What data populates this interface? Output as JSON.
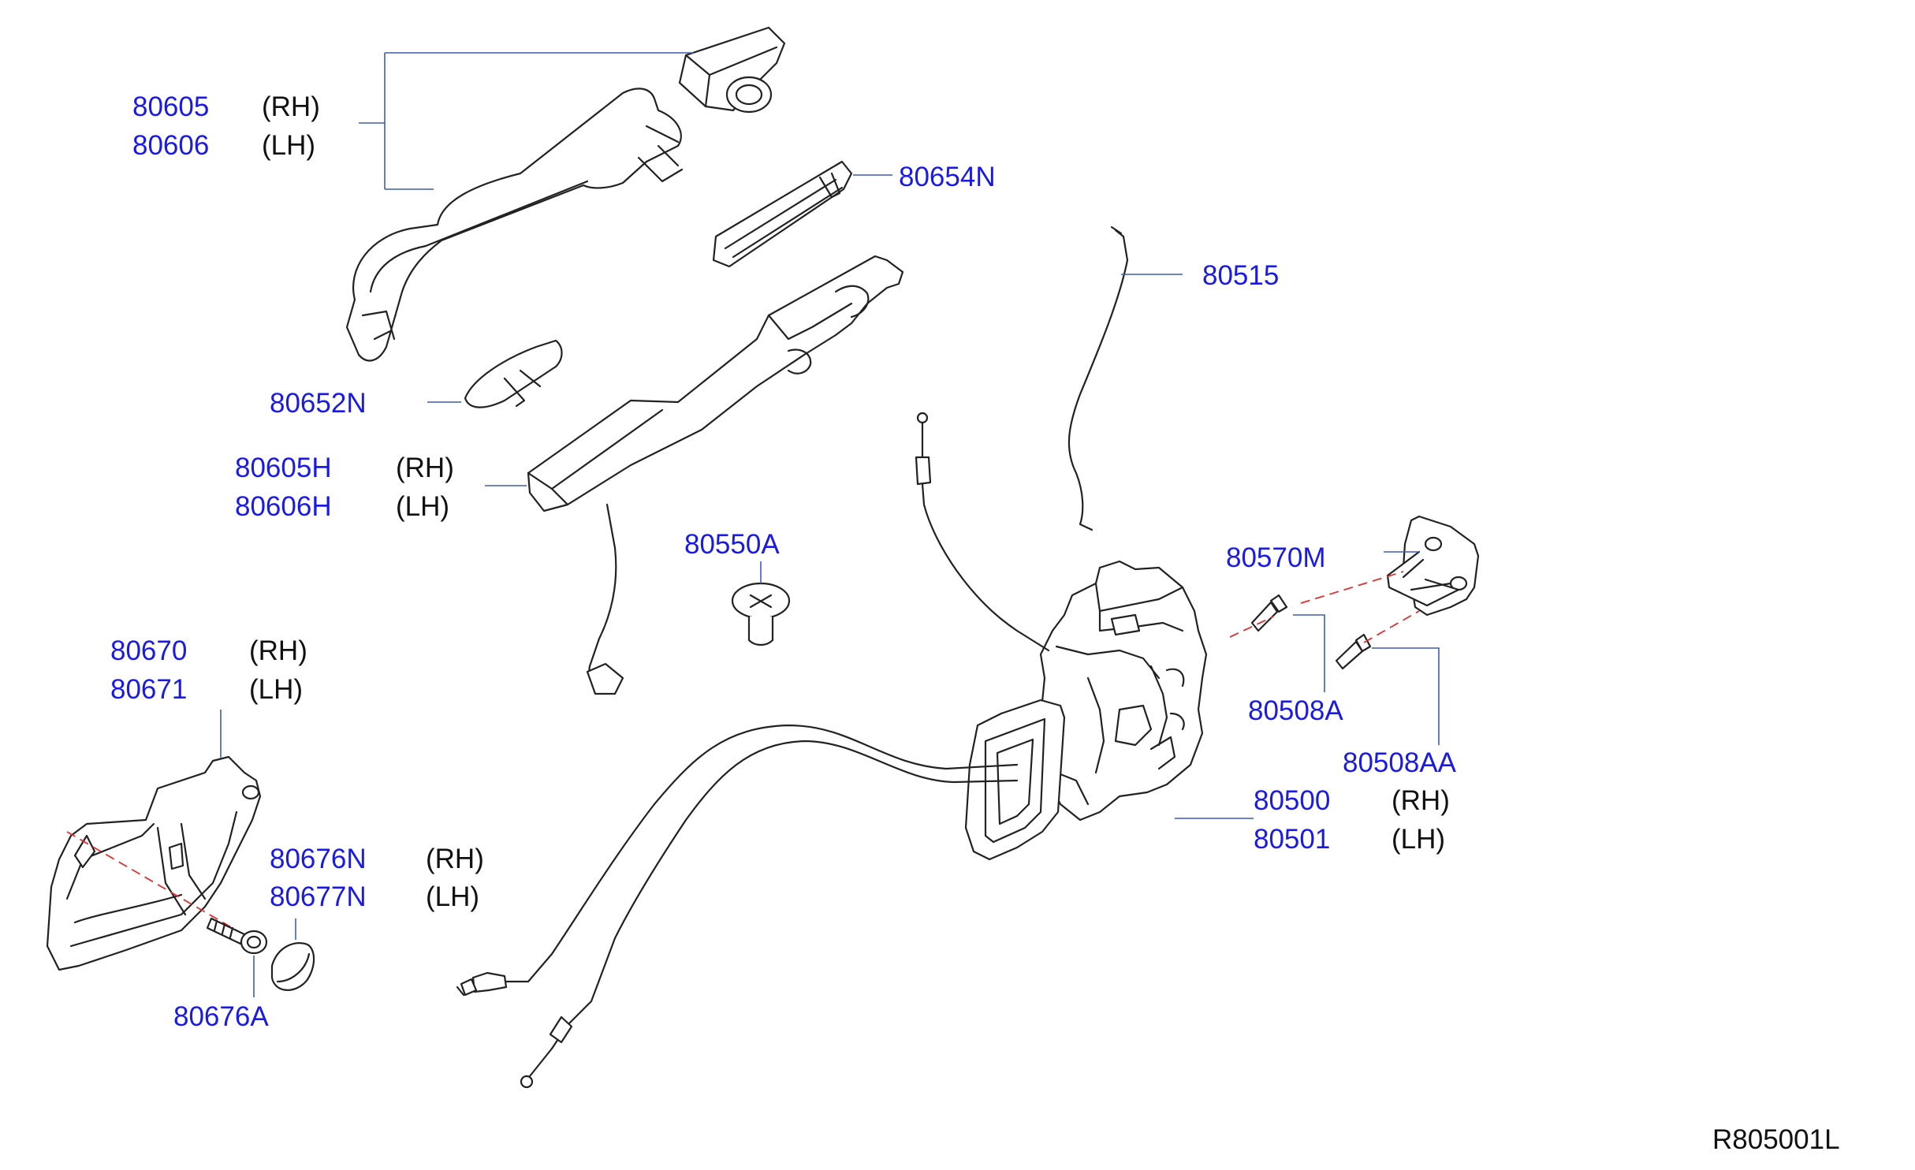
{
  "callouts": [
    {
      "id": "outside-handle",
      "part": "80605",
      "side": "(RH)"
    },
    {
      "id": "outside-handle-lh",
      "part": "80606",
      "side": "(LH)"
    },
    {
      "id": "escutcheon-rear",
      "part": "80654N",
      "side": ""
    },
    {
      "id": "control-rod",
      "part": "80515",
      "side": ""
    },
    {
      "id": "escutcheon-front",
      "part": "80652N",
      "side": ""
    },
    {
      "id": "handle-bracket",
      "part": "80605H",
      "side": "(RH)"
    },
    {
      "id": "handle-bracket-lh",
      "part": "80606H",
      "side": "(LH)"
    },
    {
      "id": "clip-screw",
      "part": "80550A",
      "side": ""
    },
    {
      "id": "striker",
      "part": "80570M",
      "side": ""
    },
    {
      "id": "inside-handle",
      "part": "80670",
      "side": "(RH)"
    },
    {
      "id": "inside-handle-lh",
      "part": "80671",
      "side": "(LH)"
    },
    {
      "id": "striker-screw",
      "part": "80508A",
      "side": ""
    },
    {
      "id": "striker-screw-2",
      "part": "80508AA",
      "side": ""
    },
    {
      "id": "door-lock",
      "part": "80500",
      "side": "(RH)"
    },
    {
      "id": "door-lock-lh",
      "part": "80501",
      "side": "(LH)"
    },
    {
      "id": "handle-cap",
      "part": "80676N",
      "side": "(RH)"
    },
    {
      "id": "handle-cap-lh",
      "part": "80677N",
      "side": "(LH)"
    },
    {
      "id": "handle-screw",
      "part": "80676A",
      "side": ""
    }
  ],
  "reference_code": "R805001L"
}
